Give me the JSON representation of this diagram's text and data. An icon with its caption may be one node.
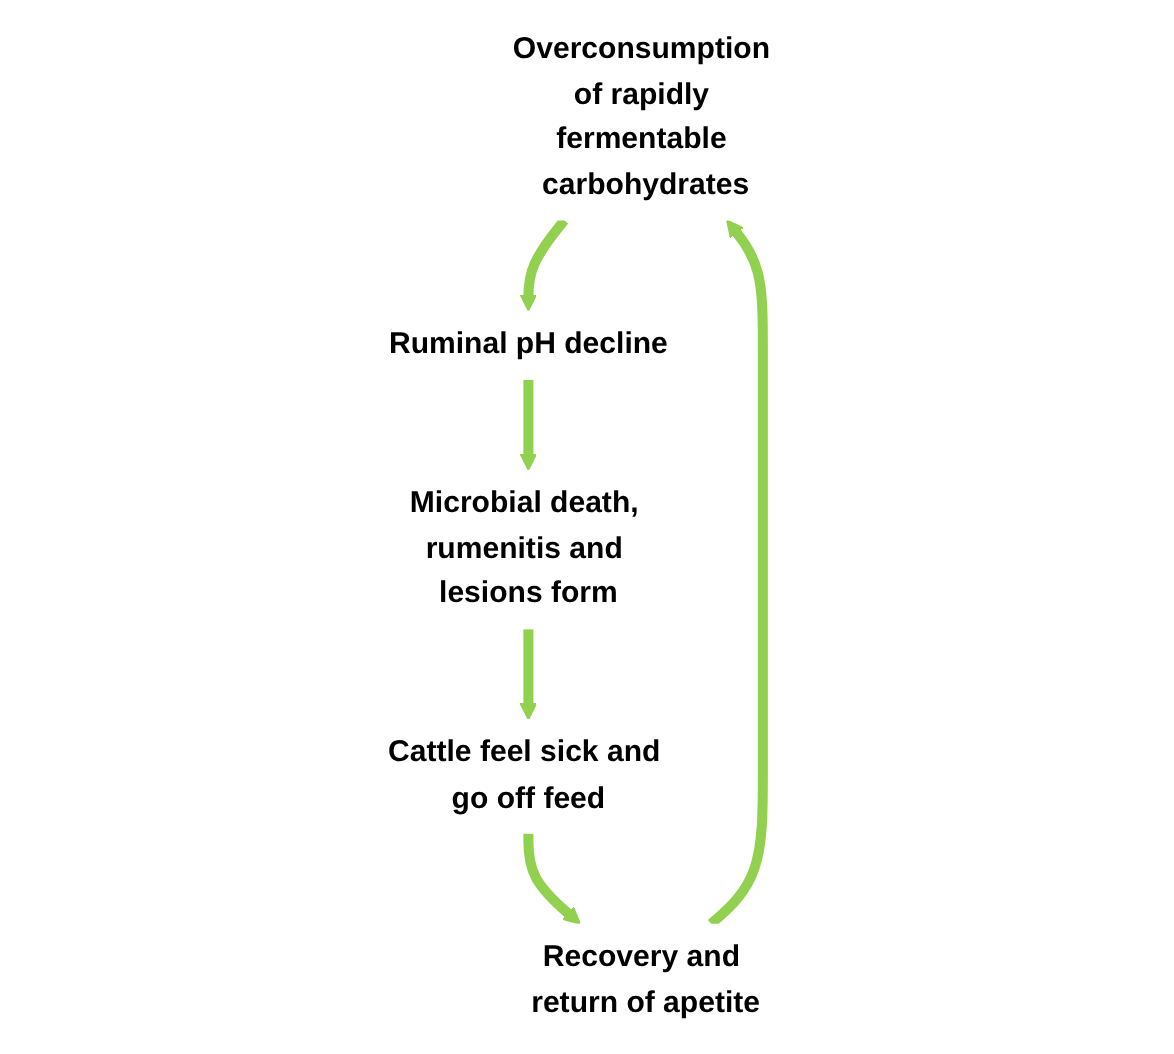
{
  "diagram": {
    "nodes": [
      {
        "text": [
          "Overconsumption of rapidly fermentable carbohydrates"
        ]
      },
      {
        "text": [
          "Ruminal pH decline"
        ]
      },
      {
        "text": [
          "Microbial death, rumenitis and lesions form"
        ]
      },
      {
        "text": [
          "Cattle feel sick and go off feed"
        ]
      },
      {
        "text": [
          "Recovery and return of apetite"
        ]
      }
    ],
    "edges": [
      {
        "from": 0,
        "to": 1,
        "arrow": "to"
      },
      {
        "from": 1,
        "to": 2,
        "arrow": "to"
      },
      {
        "from": 2,
        "to": 3,
        "arrow": "to"
      },
      {
        "from": 3,
        "to": 4,
        "arrow": "to"
      },
      {
        "from": 4,
        "to": 0,
        "arrow": "to"
      }
    ]
  }
}
